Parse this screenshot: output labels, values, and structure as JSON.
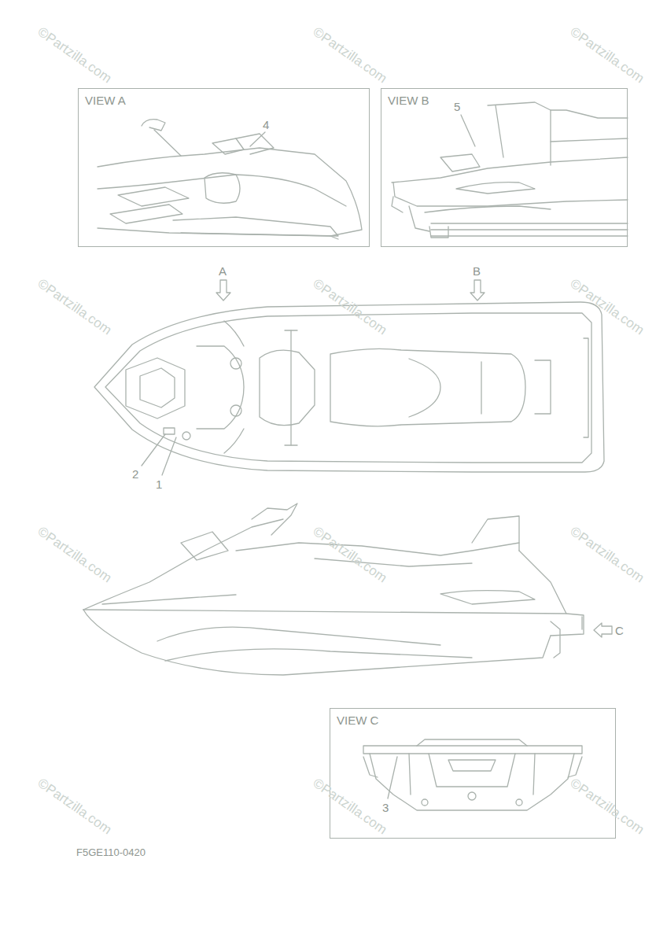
{
  "diagram": {
    "nodes": [
      {
        "text": [
          "VIEW A"
        ]
      },
      {
        "text": [
          "VIEW B"
        ]
      },
      {
        "text": [
          "VIEW C"
        ]
      }
    ],
    "edges": [],
    "labels": [
      "4",
      "5",
      "A",
      "B",
      "2",
      "1",
      "C",
      "3",
      "F5GE110-0420",
      "©Partzilla.com",
      "©Partzilla.com",
      "©Partzilla.com",
      "©Partzilla.com",
      "©Partzilla.com",
      "©Partzilla.com",
      "©Partzilla.com",
      "©Partzilla.com",
      "©Partzilla.com",
      "©Partzilla.com",
      "©Partzilla.com",
      "©Partzilla.com"
    ]
  }
}
